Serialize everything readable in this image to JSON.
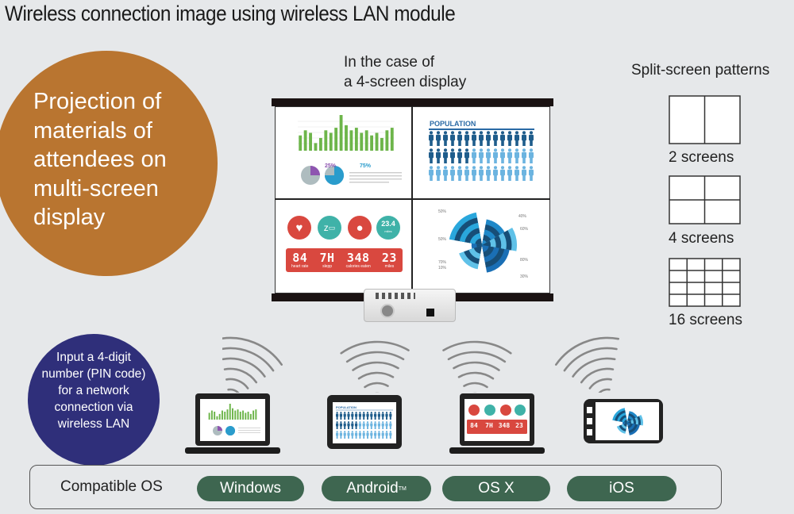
{
  "title": "Wireless connection image using wireless LAN module",
  "callouts": {
    "projection": "Projection of\nmaterials of\nattendees on\nmulti-screen\ndisplay",
    "pin": "Input a 4-digit\nnumber (PIN code)\nfor a network\nconnection via\nwireless LAN"
  },
  "screen_caption": "In the case of\na 4-screen display",
  "split_screen": {
    "title": "Split-screen patterns",
    "patterns": [
      {
        "label": "2 screens",
        "cols": 2,
        "rows": 1
      },
      {
        "label": "4 screens",
        "cols": 2,
        "rows": 2
      },
      {
        "label": "16 screens",
        "cols": 4,
        "rows": 4
      }
    ]
  },
  "quadrants": {
    "bar_chart": {
      "values": [
        3,
        4,
        3.5,
        1.5,
        2.5,
        4,
        3.5,
        4.5,
        7,
        5,
        4,
        4.5,
        3.5,
        4,
        3,
        3.5,
        2.5,
        4,
        4.5
      ],
      "pie_left_label": "25%",
      "pie_right_label": "75%"
    },
    "population": {
      "title": "POPULATION",
      "rows": 3,
      "per_row": 15,
      "dark_count": 21
    },
    "fitness": {
      "icons": [
        "heart-icon",
        "sleep-icon",
        "apple-icon",
        "distance-icon"
      ],
      "distance_badge": "23.4",
      "distance_unit": "miles",
      "stats": [
        {
          "value": "84",
          "label": "heart rate"
        },
        {
          "value": "7H",
          "label": "slepp"
        },
        {
          "value": "348",
          "label": "calories eaten"
        },
        {
          "value": "23",
          "label": "miles"
        }
      ]
    },
    "polar": {
      "labels": [
        "50%",
        "40%",
        "60%",
        "50%",
        "70%",
        "10%",
        "80%",
        "30%"
      ]
    }
  },
  "devices": [
    {
      "type": "laptop",
      "content": "bar-chart"
    },
    {
      "type": "tablet",
      "content": "population"
    },
    {
      "type": "laptop",
      "content": "fitness"
    },
    {
      "type": "smartphone",
      "content": "polar-chart"
    }
  ],
  "compatible_os": {
    "label": "Compatible OS",
    "items": [
      "Windows",
      "Android",
      "OS X",
      "iOS"
    ],
    "android_tm": "TM"
  },
  "colors": {
    "orange": "#b97530",
    "navy": "#2f2f7a",
    "os_green": "#3e6650",
    "bar_green": "#6db54a",
    "pop_dark": "#1f5d8c",
    "pop_light": "#6cb4e0",
    "fitness_red": "#d9483f",
    "fitness_teal": "#3fb2a8"
  }
}
